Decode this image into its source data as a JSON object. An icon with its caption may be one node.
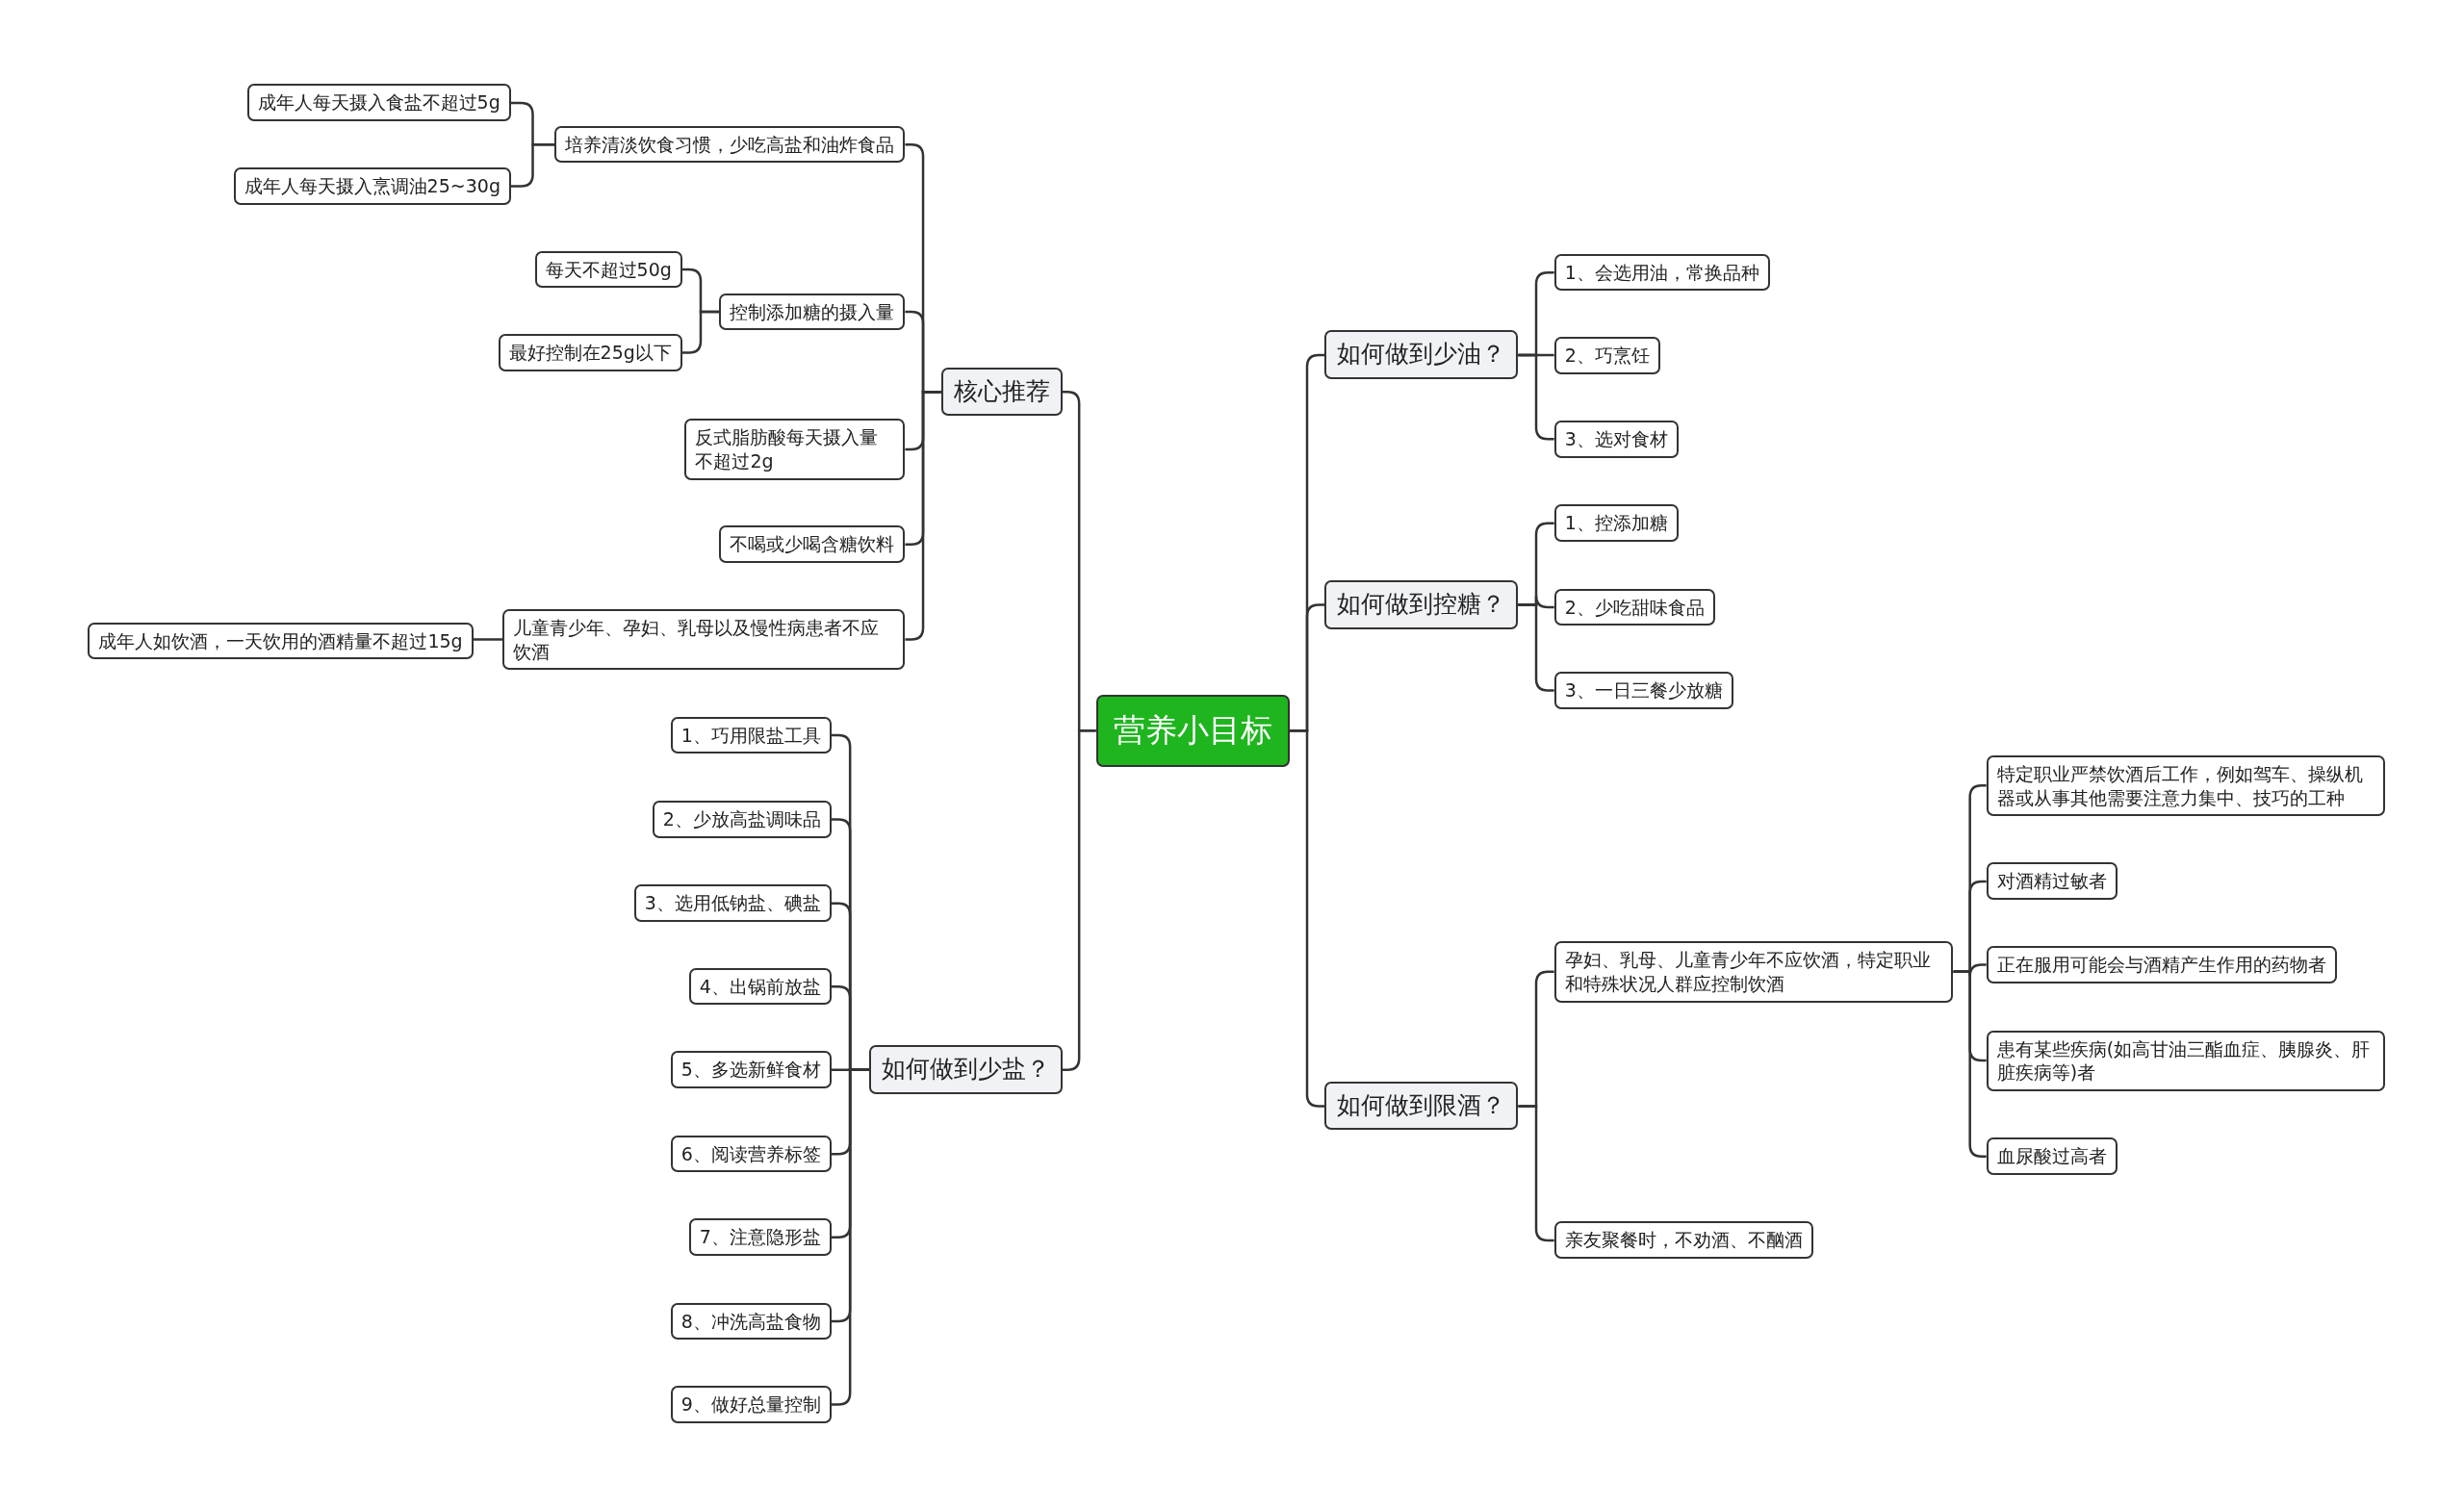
{
  "diagram": {
    "nodes": [
      {
        "text": [
          "营养小目标"
        ]
      },
      {
        "text": [
          "核心推荐"
        ]
      },
      {
        "text": [
          "培养清淡饮食习惯，少吃高盐和油炸食品"
        ]
      },
      {
        "text": [
          "成年人每天摄入食盐不超过5g"
        ]
      },
      {
        "text": [
          "成年人每天摄入烹调油25~30g"
        ]
      },
      {
        "text": [
          "控制添加糖的摄入量"
        ]
      },
      {
        "text": [
          "每天不超过50g"
        ]
      },
      {
        "text": [
          "最好控制在25g以下"
        ]
      },
      {
        "text": [
          "反式脂肪酸每天摄入量不超过2g"
        ]
      },
      {
        "text": [
          "不喝或少喝含糖饮料"
        ]
      },
      {
        "text": [
          "儿童青少年、孕妇、乳母以及慢性病患者不应饮酒"
        ]
      },
      {
        "text": [
          "成年人如饮酒，一天饮用的酒精量不超过15g"
        ]
      },
      {
        "text": [
          "如何做到少盐？"
        ]
      },
      {
        "text": [
          "1、巧用限盐工具"
        ]
      },
      {
        "text": [
          "2、少放高盐调味品"
        ]
      },
      {
        "text": [
          "3、选用低钠盐、碘盐"
        ]
      },
      {
        "text": [
          "4、出锅前放盐"
        ]
      },
      {
        "text": [
          "5、多选新鲜食材"
        ]
      },
      {
        "text": [
          "6、阅读营养标签"
        ]
      },
      {
        "text": [
          "7、注意隐形盐"
        ]
      },
      {
        "text": [
          "8、冲洗高盐食物"
        ]
      },
      {
        "text": [
          "9、做好总量控制"
        ]
      },
      {
        "text": [
          "如何做到少油？"
        ]
      },
      {
        "text": [
          "1、会选用油，常换品种"
        ]
      },
      {
        "text": [
          "2、巧烹饪"
        ]
      },
      {
        "text": [
          "3、选对食材"
        ]
      },
      {
        "text": [
          "如何做到控糖？"
        ]
      },
      {
        "text": [
          "1、控添加糖"
        ]
      },
      {
        "text": [
          "2、少吃甜味食品"
        ]
      },
      {
        "text": [
          "3、一日三餐少放糖"
        ]
      },
      {
        "text": [
          "如何做到限酒？"
        ]
      },
      {
        "text": [
          "孕妇、乳母、儿童青少年不应饮酒，特定职业和特殊状况人群应控制饮酒"
        ]
      },
      {
        "text": [
          "特定职业严禁饮酒后工作，例如驾车、操纵机器或从事其他需要注意力集中、技巧的工种"
        ]
      },
      {
        "text": [
          "对酒精过敏者"
        ]
      },
      {
        "text": [
          "正在服用可能会与酒精产生作用的药物者"
        ]
      },
      {
        "text": [
          "患有某些疾病(如高甘油三酯血症、胰腺炎、肝脏疾病等)者"
        ]
      },
      {
        "text": [
          "血尿酸过高者"
        ]
      },
      {
        "text": [
          "亲友聚餐时，不劝酒、不酗酒"
        ]
      }
    ],
    "edges": [
      {
        "from": 0,
        "to": 1,
        "arrow": "none"
      },
      {
        "from": 1,
        "to": 2,
        "arrow": "none"
      },
      {
        "from": 2,
        "to": 3,
        "arrow": "none"
      },
      {
        "from": 2,
        "to": 4,
        "arrow": "none"
      },
      {
        "from": 1,
        "to": 5,
        "arrow": "none"
      },
      {
        "from": 5,
        "to": 6,
        "arrow": "none"
      },
      {
        "from": 5,
        "to": 7,
        "arrow": "none"
      },
      {
        "from": 1,
        "to": 8,
        "arrow": "none"
      },
      {
        "from": 1,
        "to": 9,
        "arrow": "none"
      },
      {
        "from": 1,
        "to": 10,
        "arrow": "none"
      },
      {
        "from": 10,
        "to": 11,
        "arrow": "none"
      },
      {
        "from": 0,
        "to": 12,
        "arrow": "none"
      },
      {
        "from": 12,
        "to": 13,
        "arrow": "none"
      },
      {
        "from": 12,
        "to": 14,
        "arrow": "none"
      },
      {
        "from": 12,
        "to": 15,
        "arrow": "none"
      },
      {
        "from": 12,
        "to": 16,
        "arrow": "none"
      },
      {
        "from": 12,
        "to": 17,
        "arrow": "none"
      },
      {
        "from": 12,
        "to": 18,
        "arrow": "none"
      },
      {
        "from": 12,
        "to": 19,
        "arrow": "none"
      },
      {
        "from": 12,
        "to": 20,
        "arrow": "none"
      },
      {
        "from": 12,
        "to": 21,
        "arrow": "none"
      },
      {
        "from": 0,
        "to": 22,
        "arrow": "none"
      },
      {
        "from": 22,
        "to": 23,
        "arrow": "none"
      },
      {
        "from": 22,
        "to": 24,
        "arrow": "none"
      },
      {
        "from": 22,
        "to": 25,
        "arrow": "none"
      },
      {
        "from": 0,
        "to": 26,
        "arrow": "none"
      },
      {
        "from": 26,
        "to": 27,
        "arrow": "none"
      },
      {
        "from": 26,
        "to": 28,
        "arrow": "none"
      },
      {
        "from": 26,
        "to": 29,
        "arrow": "none"
      },
      {
        "from": 0,
        "to": 30,
        "arrow": "none"
      },
      {
        "from": 30,
        "to": 31,
        "arrow": "none"
      },
      {
        "from": 31,
        "to": 32,
        "arrow": "none"
      },
      {
        "from": 31,
        "to": 33,
        "arrow": "none"
      },
      {
        "from": 31,
        "to": 34,
        "arrow": "none"
      },
      {
        "from": 31,
        "to": 35,
        "arrow": "none"
      },
      {
        "from": 31,
        "to": 36,
        "arrow": "none"
      },
      {
        "from": 30,
        "to": 37,
        "arrow": "none"
      }
    ]
  }
}
